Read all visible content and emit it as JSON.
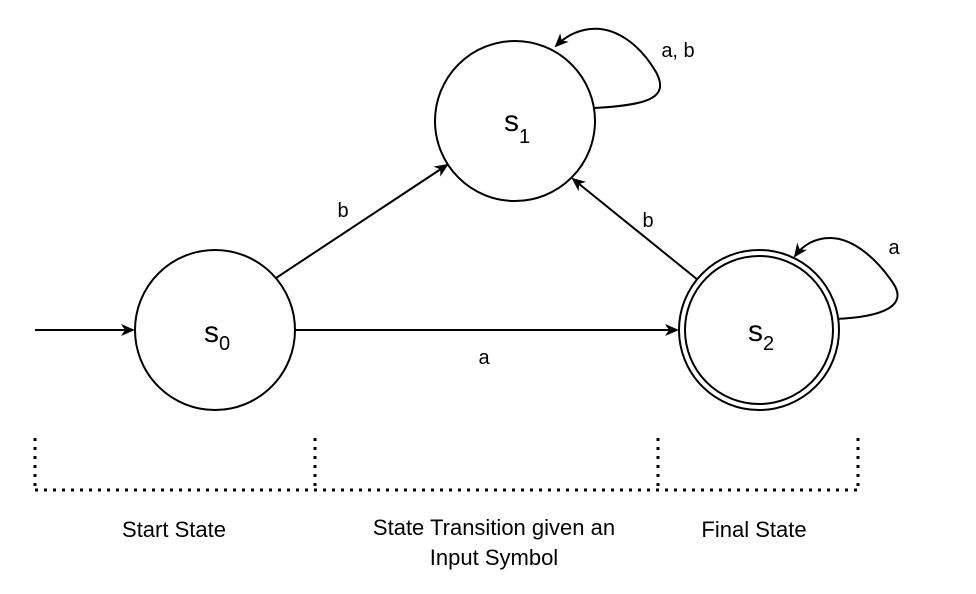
{
  "states": {
    "s0": {
      "letter": "s",
      "subscript": "0"
    },
    "s1": {
      "letter": "s",
      "subscript": "1"
    },
    "s2": {
      "letter": "s",
      "subscript": "2"
    }
  },
  "transitions": {
    "s0_to_s1": "b",
    "s0_to_s2": "a",
    "s2_to_s1": "b",
    "s1_self": "a, b",
    "s2_self": "a"
  },
  "captions": {
    "start": "Start State",
    "transition_line1": "State Transition given an",
    "transition_line2": "Input Symbol",
    "final": "Final State"
  }
}
